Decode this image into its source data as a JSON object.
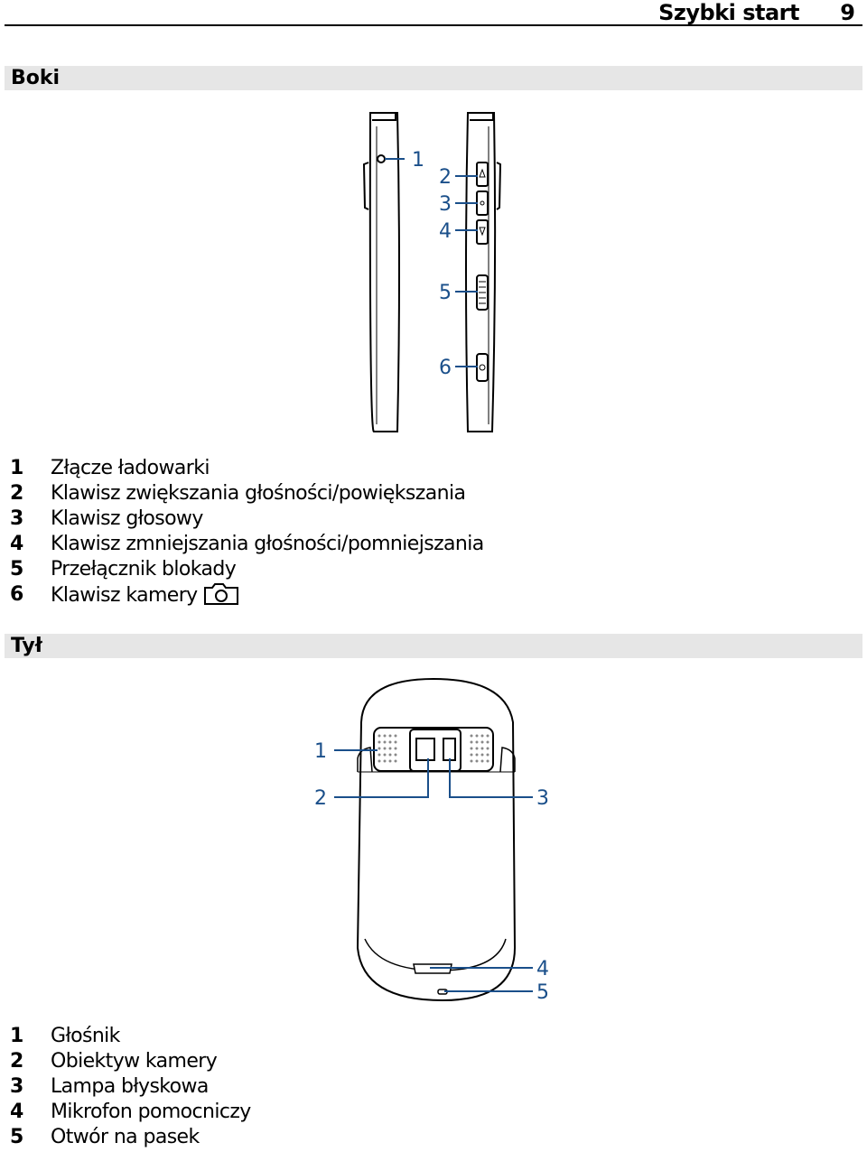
{
  "header": {
    "title": "Szybki start",
    "page_number": "9"
  },
  "sections": {
    "sides": {
      "title": "Boki",
      "callouts": [
        "1",
        "2",
        "3",
        "4",
        "5",
        "6"
      ],
      "legend": [
        {
          "num": "1",
          "text": "Złącze ładowarki"
        },
        {
          "num": "2",
          "text": "Klawisz zwiększania głośności/powiększania"
        },
        {
          "num": "3",
          "text": "Klawisz głosowy"
        },
        {
          "num": "4",
          "text": "Klawisz zmniejszania głośności/pomniejszania"
        },
        {
          "num": "5",
          "text": "Przełącznik blokady"
        },
        {
          "num": "6",
          "text": "Klawisz kamery",
          "icon": "camera-icon"
        }
      ]
    },
    "back": {
      "title": "Tył",
      "callouts": [
        "1",
        "2",
        "3",
        "4",
        "5"
      ],
      "legend": [
        {
          "num": "1",
          "text": "Głośnik"
        },
        {
          "num": "2",
          "text": "Obiektyw kamery"
        },
        {
          "num": "3",
          "text": "Lampa błyskowa"
        },
        {
          "num": "4",
          "text": "Mikrofon pomocniczy"
        },
        {
          "num": "5",
          "text": "Otwór na pasek"
        }
      ]
    }
  },
  "colors": {
    "callout": "#1a4f8a",
    "section_bar": "#e6e6e6",
    "line": "#000000"
  }
}
